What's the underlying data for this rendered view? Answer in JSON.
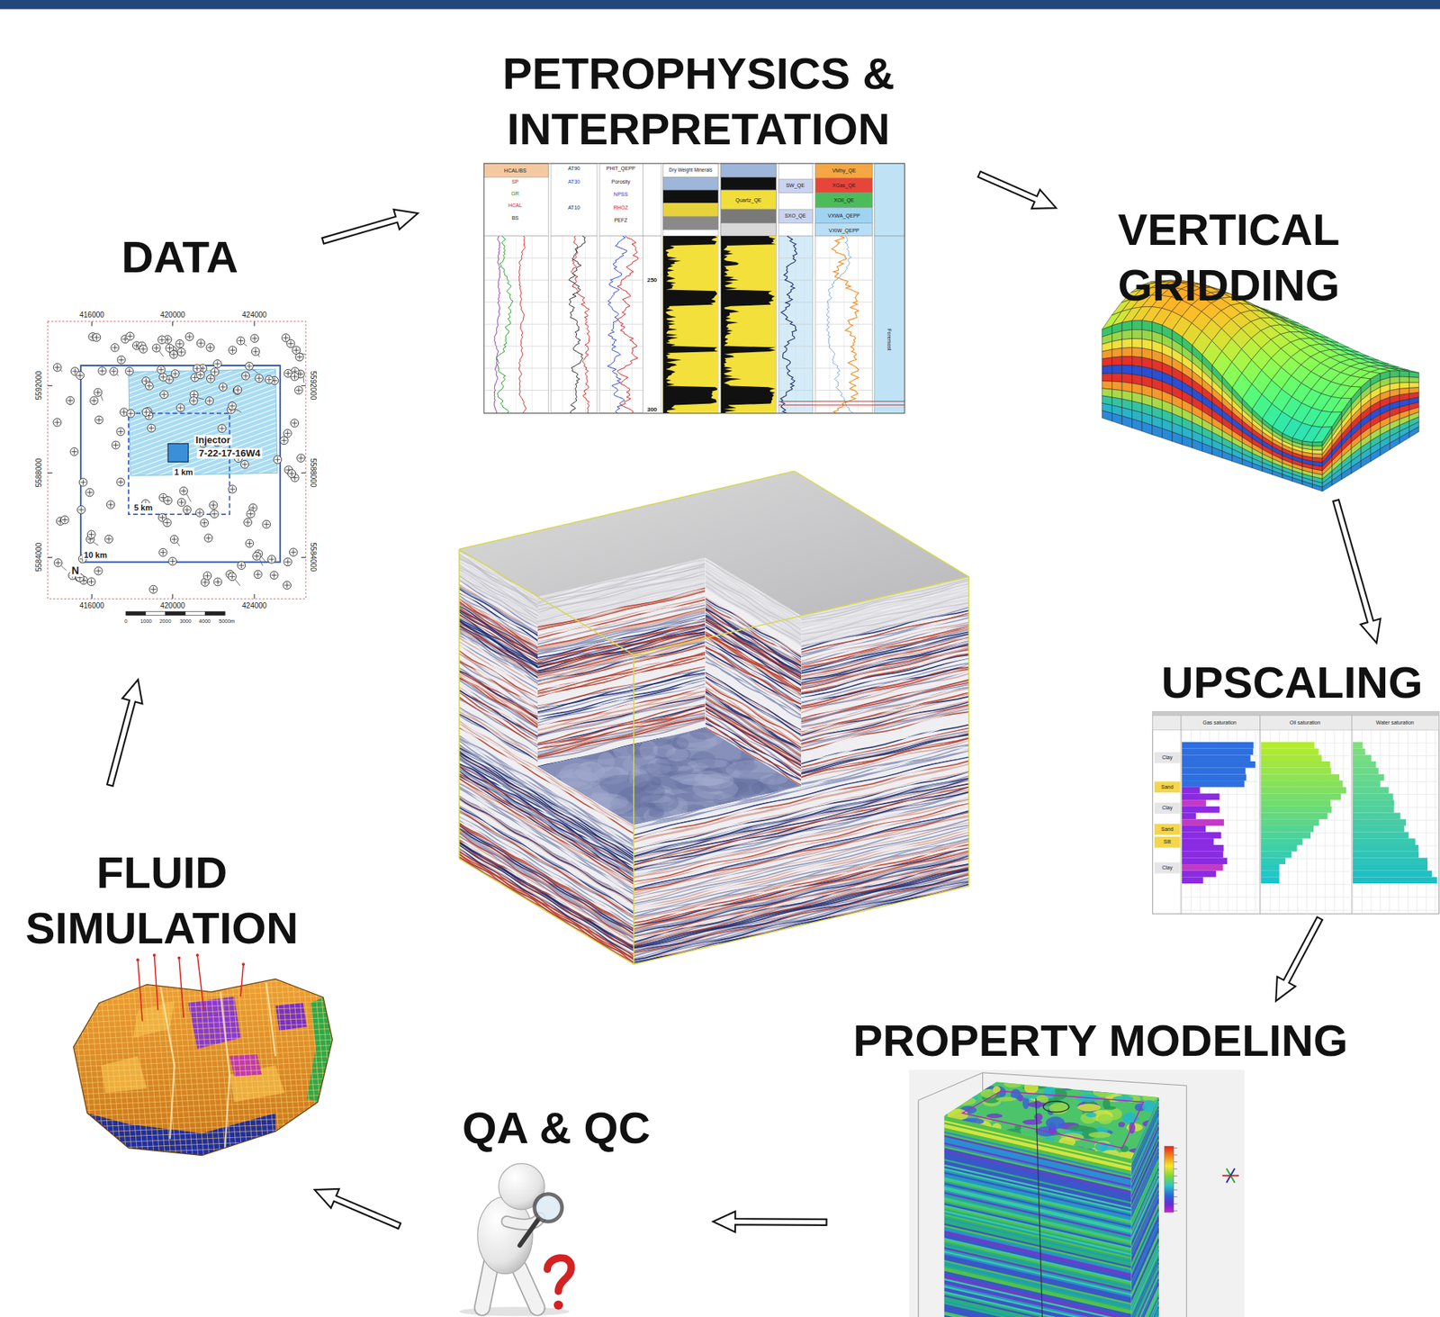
{
  "diagram": {
    "nodes": [
      {
        "text": [
          "DATA"
        ]
      },
      {
        "text": [
          "PETROPHYSICS & INTERPRETATION"
        ]
      },
      {
        "text": [
          "VERTICAL GRIDDING"
        ]
      },
      {
        "text": [
          "UPSCALING"
        ]
      },
      {
        "text": [
          "PROPERTY MODELING"
        ]
      },
      {
        "text": [
          "QA & QC"
        ]
      },
      {
        "text": [
          "FLUID SIMULATION"
        ]
      }
    ],
    "edges": [
      {
        "from": 0,
        "to": 1,
        "arrow": "to"
      },
      {
        "from": 1,
        "to": 2,
        "arrow": "to"
      },
      {
        "from": 2,
        "to": 3,
        "arrow": "to"
      },
      {
        "from": 3,
        "to": 4,
        "arrow": "to"
      },
      {
        "from": 4,
        "to": 5,
        "arrow": "to"
      },
      {
        "from": 5,
        "to": 6,
        "arrow": "to"
      },
      {
        "from": 6,
        "to": 0,
        "arrow": "to"
      }
    ],
    "labels": [
      "416000",
      "420000",
      "424000",
      "5592000",
      "5588000",
      "5584000",
      "5592000",
      "5588000",
      "5584000",
      "Injector",
      "7-22-17-16W4",
      "1 km",
      "5 km",
      "10 km",
      "N",
      "416000",
      "420000",
      "424000",
      "0",
      "1000",
      "2000",
      "3000",
      "4000",
      "5000m",
      "HCAL/BS",
      "SP",
      "GR",
      "HCAL",
      "BS",
      "AT90",
      "AT30",
      "AT10",
      "PHIT_QEPP",
      "Porosity",
      "NPSS",
      "RHOZ",
      "PEFZ",
      "Dry Weight Minerals",
      "Quartz_QE",
      "SW_QE",
      "SXO_QE",
      "VMhy_QE",
      "XGas_QE",
      "XOil_QE",
      "VXWA_QEPP",
      "VXIW_QEPP",
      "250",
      "300",
      "Foremost",
      "Gas saturation",
      "Oil saturation",
      "Water saturation",
      "Clay",
      "Sand",
      "Clay",
      "Sand",
      "Silt",
      "Clay"
    ]
  }
}
